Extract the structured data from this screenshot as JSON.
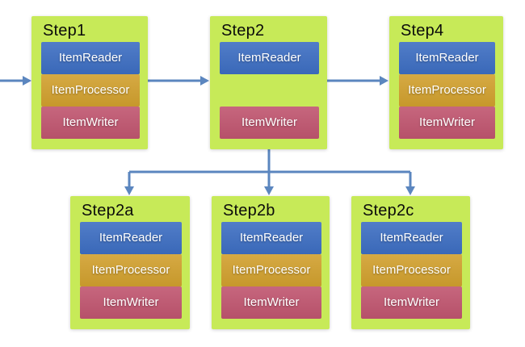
{
  "diagram": {
    "type": "batch-step-flow",
    "nodes": [
      {
        "title": "Step1",
        "bars": [
          "ItemReader",
          "ItemProcessor",
          "ItemWriter"
        ]
      },
      {
        "title": "Step2",
        "bars": [
          "ItemReader",
          "ItemWriter"
        ]
      },
      {
        "title": "Step4",
        "bars": [
          "ItemReader",
          "ItemProcessor",
          "ItemWriter"
        ]
      },
      {
        "title": "Step2a",
        "bars": [
          "ItemReader",
          "ItemProcessor",
          "ItemWriter"
        ]
      },
      {
        "title": "Step2b",
        "bars": [
          "ItemReader",
          "ItemProcessor",
          "ItemWriter"
        ]
      },
      {
        "title": "Step2c",
        "bars": [
          "ItemReader",
          "ItemProcessor",
          "ItemWriter"
        ]
      }
    ],
    "connections": [
      {
        "from": "start",
        "to": "Step1"
      },
      {
        "from": "Step1",
        "to": "Step2"
      },
      {
        "from": "Step2",
        "to": "Step4"
      },
      {
        "from": "Step2",
        "to": "Step2a"
      },
      {
        "from": "Step2",
        "to": "Step2b"
      },
      {
        "from": "Step2",
        "to": "Step2c"
      }
    ],
    "colors": {
      "node_background": "#c7ea58",
      "item_reader": "#3d6ec2",
      "item_processor": "#d1a02e",
      "item_writer": "#c0556f",
      "arrow": "#5b86bf",
      "title_text": "#0b0b0b",
      "bar_text": "#ffffff"
    }
  }
}
